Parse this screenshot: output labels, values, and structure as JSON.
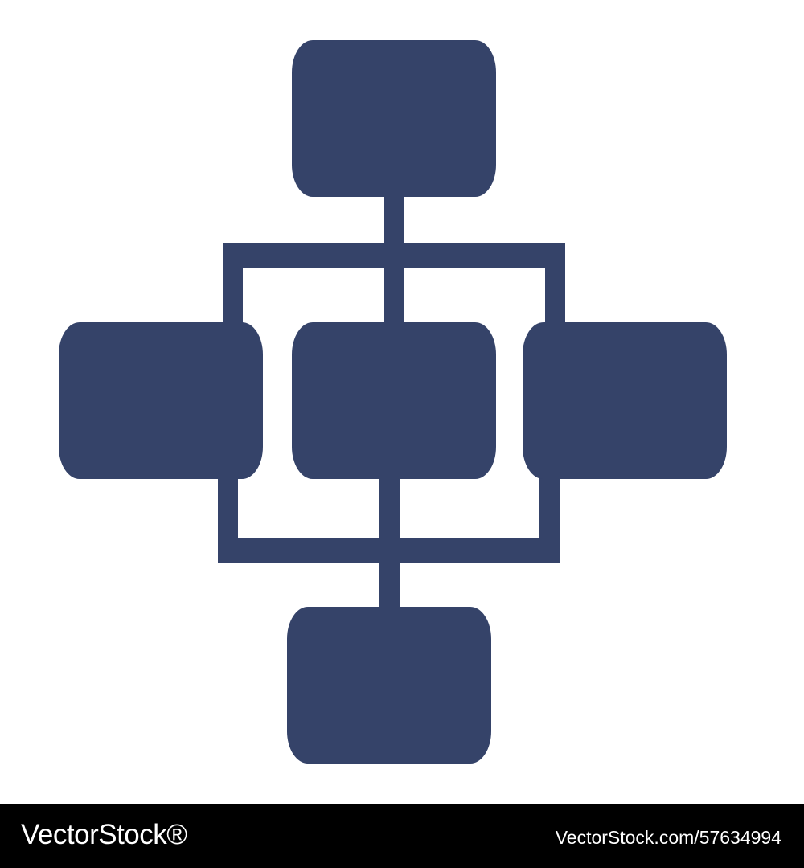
{
  "colors": {
    "node_fill": "#354369",
    "background": "#ffffff",
    "footer_background": "#000000",
    "footer_text": "#ffffff"
  },
  "diagram": {
    "icon": "hierarchy-flowchart-icon",
    "nodes": [
      {
        "id": "top"
      },
      {
        "id": "middle-left"
      },
      {
        "id": "middle-center"
      },
      {
        "id": "middle-right"
      },
      {
        "id": "bottom"
      }
    ],
    "edges": [
      {
        "from": "top",
        "to": "middle-left"
      },
      {
        "from": "top",
        "to": "middle-center"
      },
      {
        "from": "top",
        "to": "middle-right"
      },
      {
        "from": "middle-left",
        "to": "bottom"
      },
      {
        "from": "middle-center",
        "to": "bottom"
      },
      {
        "from": "middle-right",
        "to": "bottom"
      }
    ]
  },
  "watermark": {
    "brand": "VectorStock®",
    "image_id": "VectorStock.com/57634994"
  }
}
